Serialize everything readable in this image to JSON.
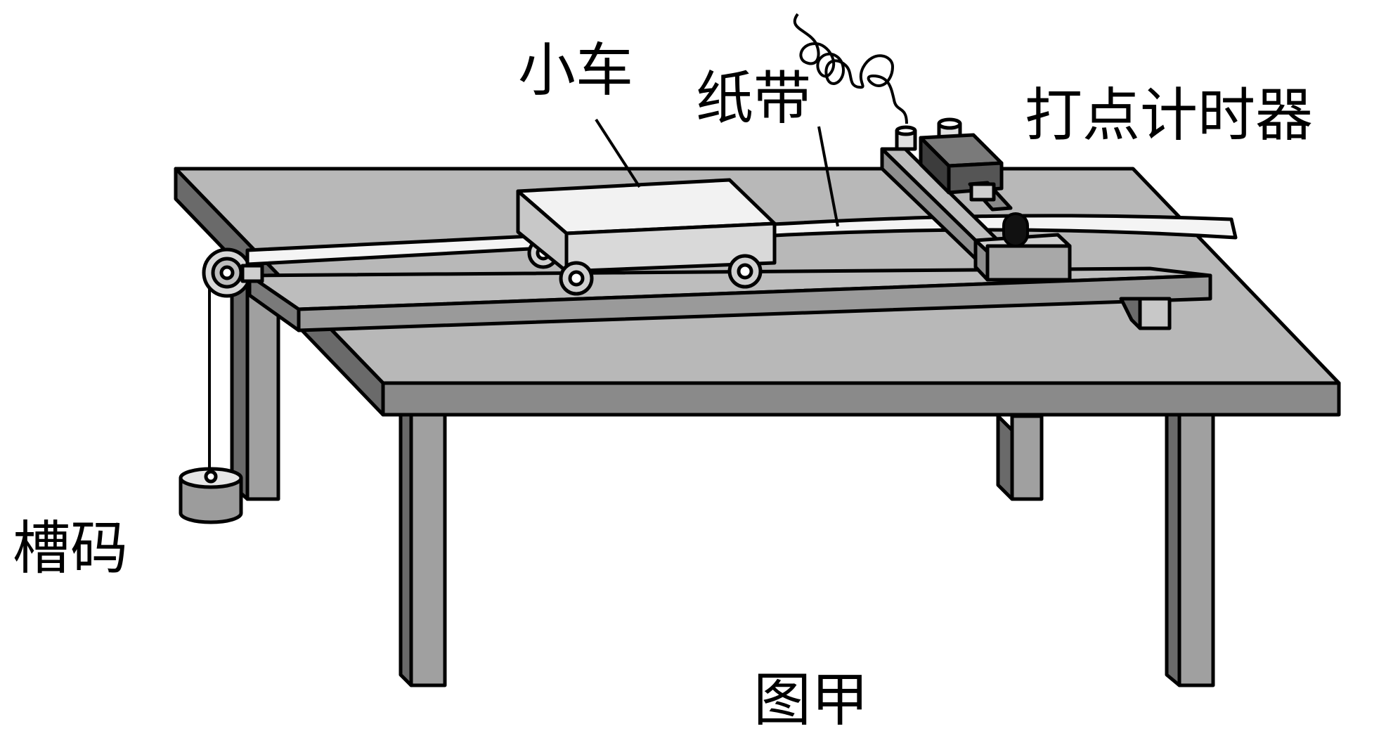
{
  "labels": {
    "cart": "小车",
    "paper_tape": "纸带",
    "timer": "打点计时器",
    "hook_weight": "槽码"
  },
  "caption": "图甲",
  "colors": {
    "table_top": "#b8b8b8",
    "table_front": "#8a8a8a",
    "leg_front": "#a0a0a0",
    "leg_side": "#6a6a6a",
    "board_top": "#bdbdbd",
    "board_front": "#9a9a9a",
    "cart_top": "#f2f2f2",
    "cart_side": "#d9d9d9",
    "timer_body": "#555555",
    "outline": "#000000"
  }
}
